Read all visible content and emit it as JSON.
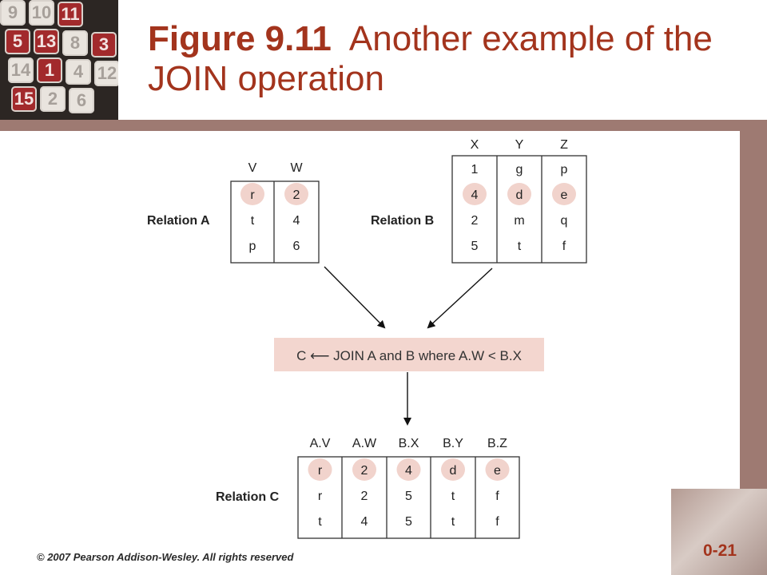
{
  "slide": {
    "title_bold": "Figure 9.11",
    "title_rest": "Another example of the JOIN operation",
    "footer": "© 2007 Pearson Addison-Wesley. All rights reserved",
    "slide_number": "0-21"
  },
  "relation_a": {
    "label": "Relation A",
    "columns": [
      "V",
      "W"
    ],
    "rows": [
      [
        "r",
        "2"
      ],
      [
        "t",
        "4"
      ],
      [
        "p",
        "6"
      ]
    ]
  },
  "relation_b": {
    "label": "Relation B",
    "columns": [
      "X",
      "Y",
      "Z"
    ],
    "rows": [
      [
        "1",
        "g",
        "p"
      ],
      [
        "4",
        "d",
        "e"
      ],
      [
        "2",
        "m",
        "q"
      ],
      [
        "5",
        "t",
        "f"
      ]
    ]
  },
  "operation": {
    "text": "C ⟵ JOIN A and B where A.W < B.X"
  },
  "relation_c": {
    "label": "Relation C",
    "columns": [
      "A.V",
      "A.W",
      "B.X",
      "B.Y",
      "B.Z"
    ],
    "rows": [
      [
        "r",
        "2",
        "4",
        "d",
        "e"
      ],
      [
        "r",
        "2",
        "5",
        "t",
        "f"
      ],
      [
        "t",
        "4",
        "5",
        "t",
        "f"
      ]
    ]
  },
  "colors": {
    "accent": "#a3341d",
    "band": "#9e7a72",
    "highlight": "#f1d3cc",
    "operation_box": "#f3d6cf"
  }
}
